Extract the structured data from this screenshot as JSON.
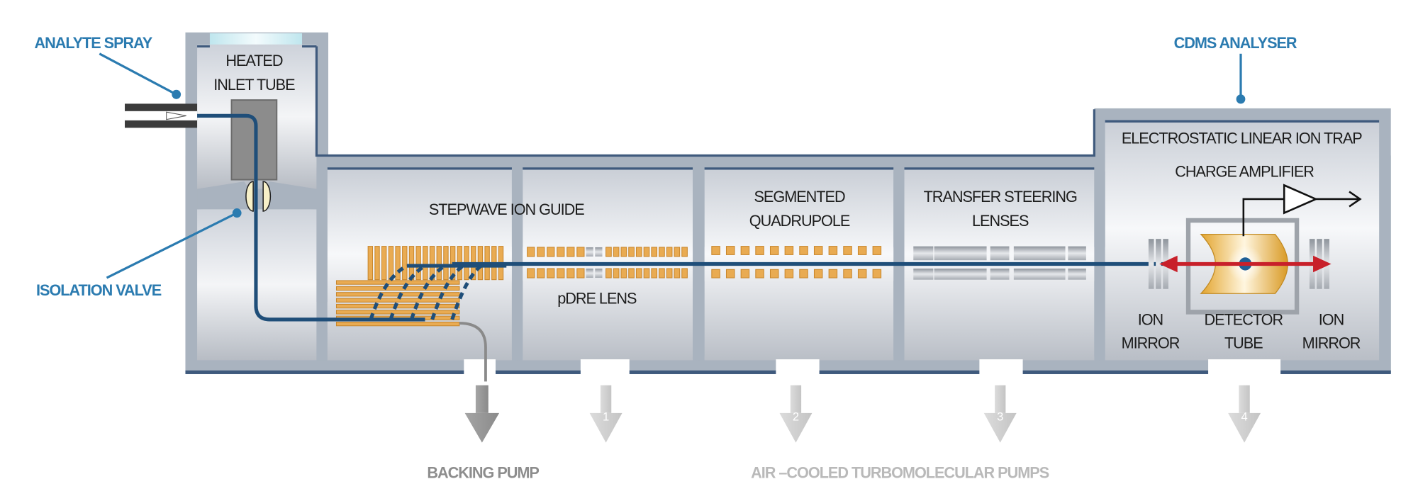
{
  "title": "CDMS instrument schematic",
  "callouts": {
    "analyte_spray": "ANALYTE SPRAY",
    "isolation_valve": "ISOLATION VALVE",
    "cdms_analyser": "CDMS ANALYSER"
  },
  "sections": {
    "inlet": {
      "line1": "HEATED",
      "line2": "INLET TUBE"
    },
    "stepwave": "STEPWAVE ION GUIDE",
    "pdre": "pDRE LENS",
    "quadrupole": {
      "line1": "SEGMENTED",
      "line2": "QUADRUPOLE"
    },
    "transfer": {
      "line1": "TRANSFER STEERING",
      "line2": "LENSES"
    },
    "trap": "ELECTROSTATIC LINEAR ION TRAP",
    "amplifier": "CHARGE AMPLIFIER",
    "mirror_left": {
      "line1": "ION",
      "line2": "MIRROR"
    },
    "detector": {
      "line1": "DETECTOR",
      "line2": "TUBE"
    },
    "mirror_right": {
      "line1": "ION",
      "line2": "MIRROR"
    }
  },
  "pumps": {
    "backing_label": "BACKING PUMP",
    "turbo_label": "AIR –COOLED TURBOMOLECULAR PUMPS",
    "numbers": [
      "1",
      "2",
      "3",
      "4"
    ]
  },
  "colors": {
    "callout_blue": "#2b7bb0",
    "beam": "#1f4e79",
    "electrode_orange": "#e9ab52",
    "wall": "#a9b3bf",
    "ion_arrow_red": "#c8202a"
  }
}
